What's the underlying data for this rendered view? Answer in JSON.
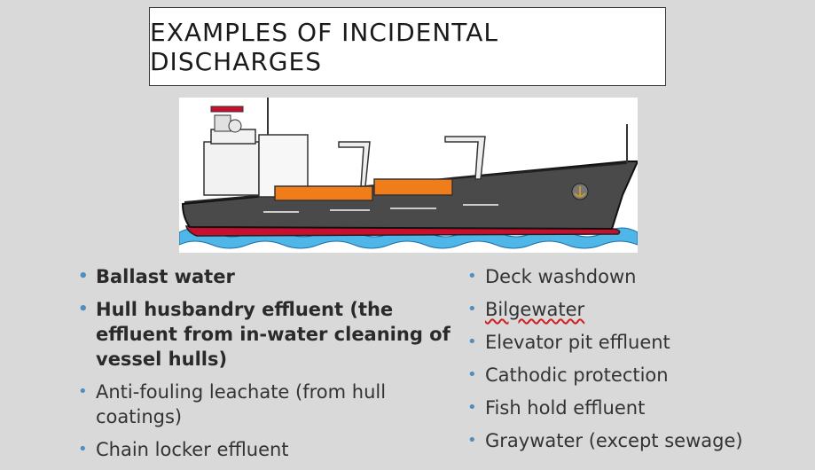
{
  "title": "EXAMPLES OF INCIDENTAL DISCHARGES",
  "left_bullets": [
    {
      "text": "Ballast water",
      "bold": true
    },
    {
      "text": "Hull husbandry effluent (the effluent from in-water cleaning of vessel hulls)",
      "bold": true
    },
    {
      "text": "Anti-fouling leachate (from hull coatings)",
      "bold": false
    },
    {
      "text": "Chain locker effluent",
      "bold": false
    }
  ],
  "right_bullets": [
    {
      "text": "Deck washdown"
    },
    {
      "text": "Bilgewater",
      "spellcheck": true
    },
    {
      "text": "Elevator pit effluent"
    },
    {
      "text": "Cathodic protection"
    },
    {
      "text": "Fish hold effluent"
    },
    {
      "text": "Graywater (except sewage)"
    }
  ],
  "colors": {
    "bullet": "#4f8fbf",
    "hull": "#4a4a4a",
    "hull_bottom": "#c8102e",
    "containers": "#f07d1a",
    "water": "#4fb6e8"
  },
  "image_icon": "cargo-ship-illustration"
}
